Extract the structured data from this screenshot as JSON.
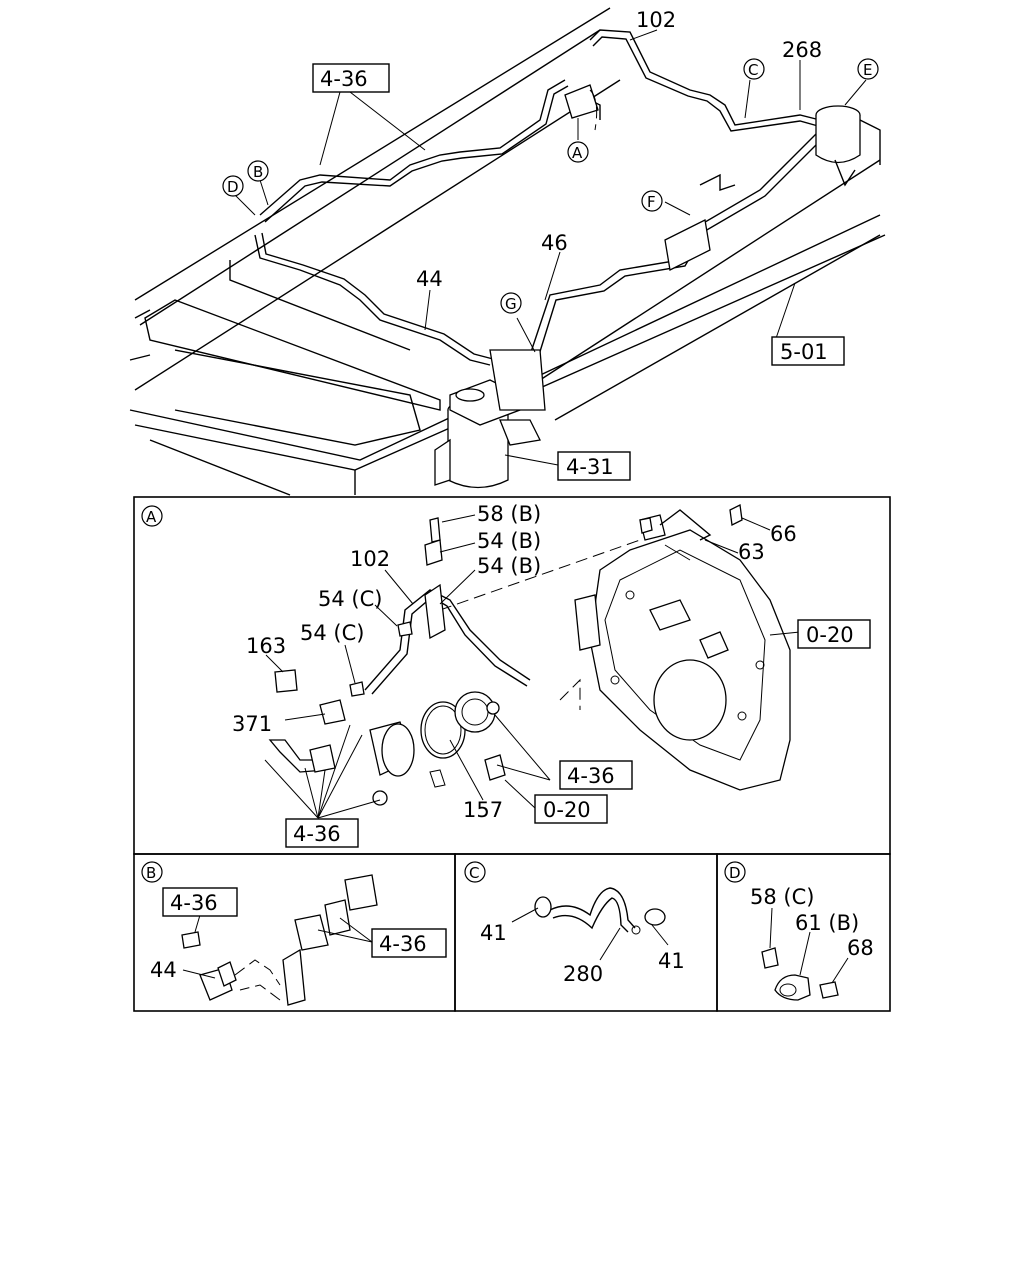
{
  "main_view": {
    "part_labels": [
      "102",
      "268",
      "44",
      "46"
    ],
    "ref_boxes": [
      "4-36",
      "5-01",
      "4-31"
    ],
    "callouts": [
      "A",
      "B",
      "C",
      "D",
      "E",
      "F",
      "G"
    ]
  },
  "detail_a": {
    "letter": "A",
    "part_labels": [
      "58 (B)",
      "54 (B)",
      "54 (B)",
      "102",
      "54 (C)",
      "54 (C)",
      "163",
      "371",
      "66",
      "63",
      "157"
    ],
    "ref_boxes": [
      "0-20",
      "4-36",
      "0-20",
      "4-36"
    ]
  },
  "detail_b": {
    "letter": "B",
    "part_labels": [
      "44"
    ],
    "ref_boxes": [
      "4-36",
      "4-36"
    ]
  },
  "detail_c": {
    "letter": "C",
    "part_labels": [
      "41",
      "280",
      "41"
    ]
  },
  "detail_d": {
    "letter": "D",
    "part_labels": [
      "58 (C)",
      "61 (B)",
      "68"
    ]
  }
}
